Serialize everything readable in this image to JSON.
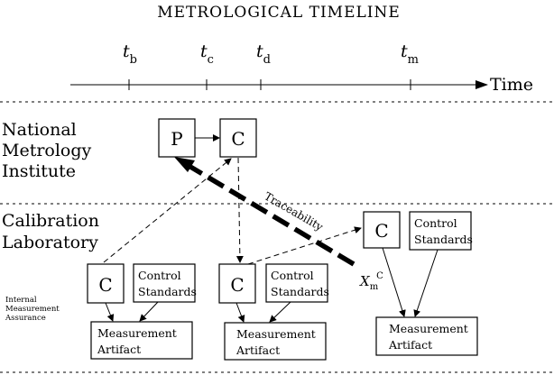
{
  "title": "METROLOGICAL TIMELINE",
  "timeline": {
    "axis_label": "Time",
    "ticks": [
      {
        "base": "t",
        "sub": "b"
      },
      {
        "base": "t",
        "sub": "c"
      },
      {
        "base": "t",
        "sub": "d"
      },
      {
        "base": "t",
        "sub": "m"
      }
    ]
  },
  "regions": {
    "nmi": [
      "National",
      "Metrology",
      "Institute"
    ],
    "lab": [
      "Calibration",
      "Laboratory"
    ],
    "ima": [
      "Internal",
      "Measurement",
      "Assurance"
    ]
  },
  "boxes": {
    "primary": "P",
    "calibration": "C",
    "control_standards": [
      "Control",
      "Standards"
    ],
    "measurement_artifact": [
      "Measurement",
      "Artifact"
    ]
  },
  "traceability_label": "Traceability",
  "measured_value": {
    "base": "X",
    "sub": "m",
    "sup": "C"
  }
}
